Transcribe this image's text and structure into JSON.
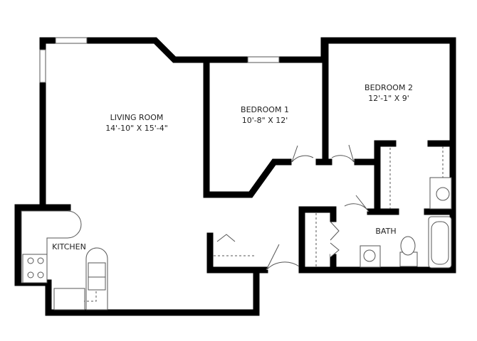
{
  "rooms": [
    {
      "name": "LIVING ROOM",
      "size": "14'-10\" X 15'-4\""
    },
    {
      "name": "BEDROOM 1",
      "size": "10'-8\" X 12'"
    },
    {
      "name": "BEDROOM 2",
      "size": "12'-1\" X 9'"
    },
    {
      "name": "KITCHEN"
    },
    {
      "name": "BATH"
    }
  ]
}
